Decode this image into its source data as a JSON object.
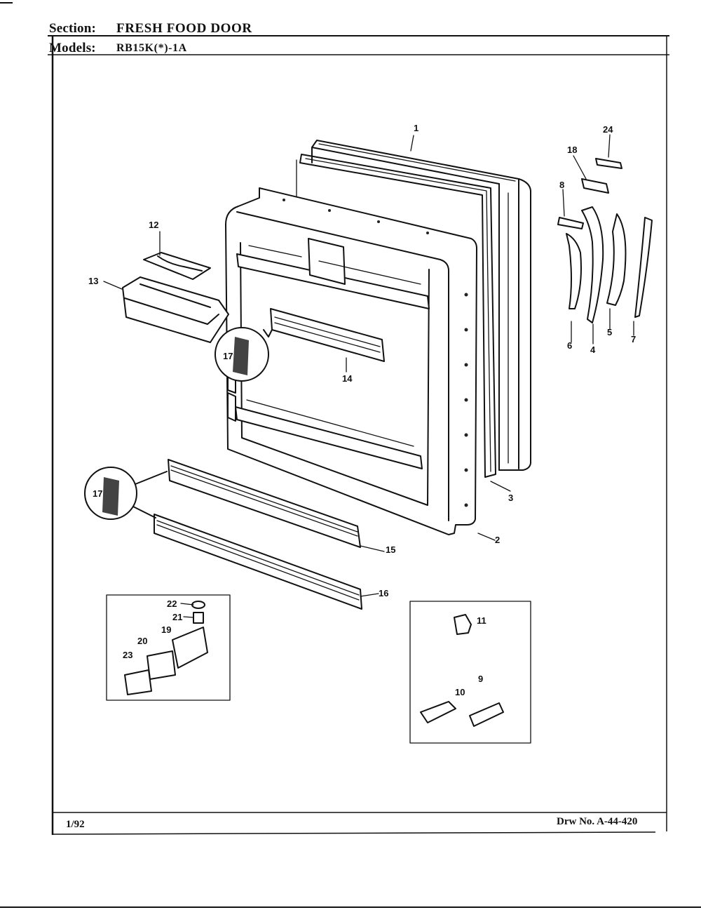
{
  "header": {
    "section_label": "Section:",
    "section_value": "FRESH FOOD DOOR",
    "models_label": "Models:",
    "models_value": "RB15K(*)-1A"
  },
  "footer": {
    "date": "1/92",
    "drawing_number": "Drw No. A-44-420"
  },
  "callouts": {
    "p1": "1",
    "p2": "2",
    "p3": "3",
    "p4": "4",
    "p5": "5",
    "p6": "6",
    "p7": "7",
    "p8": "8",
    "p9": "9",
    "p10": "10",
    "p11": "11",
    "p12": "12",
    "p13": "13",
    "p14": "14",
    "p15": "15",
    "p16": "16",
    "p17a": "17",
    "p17b": "17",
    "p18": "18",
    "p19": "19",
    "p20": "20",
    "p21": "21",
    "p22": "22",
    "p23": "23",
    "p24": "24"
  }
}
